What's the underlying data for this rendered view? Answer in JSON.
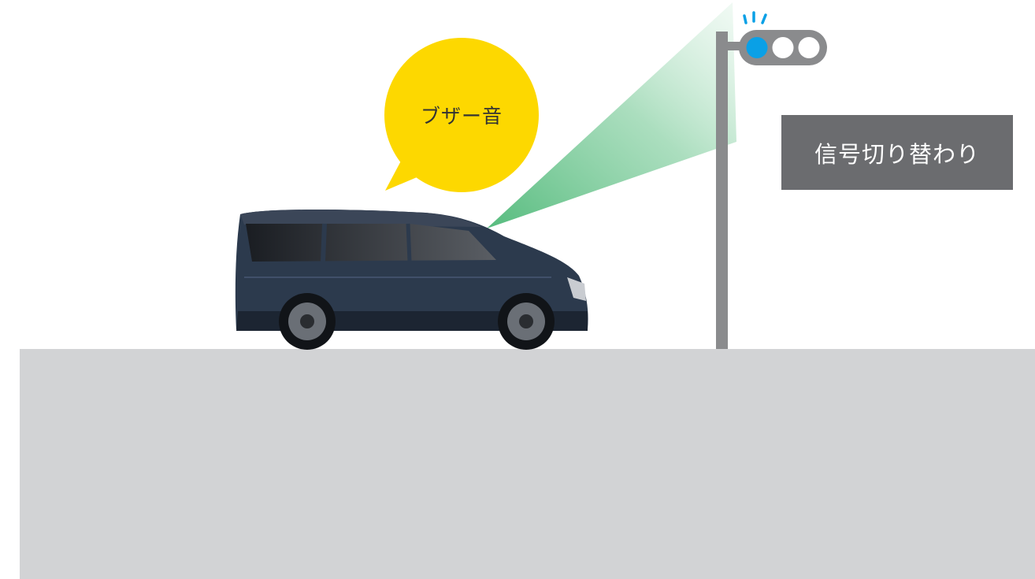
{
  "buzzer": {
    "label": "ブザー音",
    "color": "#fdd800"
  },
  "signal_change": {
    "label": "信号切り替わり",
    "color": "#6b6c6f"
  },
  "traffic_light": {
    "active_lamp": "blue",
    "active_color": "#0aa0e6"
  },
  "road": {
    "color": "#d2d3d5"
  },
  "car": {
    "icon": "minivan-icon",
    "color": "#2c3a4d"
  },
  "camera_view": {
    "icon": "sensor-beam-icon",
    "color": "#7ccfa0"
  }
}
